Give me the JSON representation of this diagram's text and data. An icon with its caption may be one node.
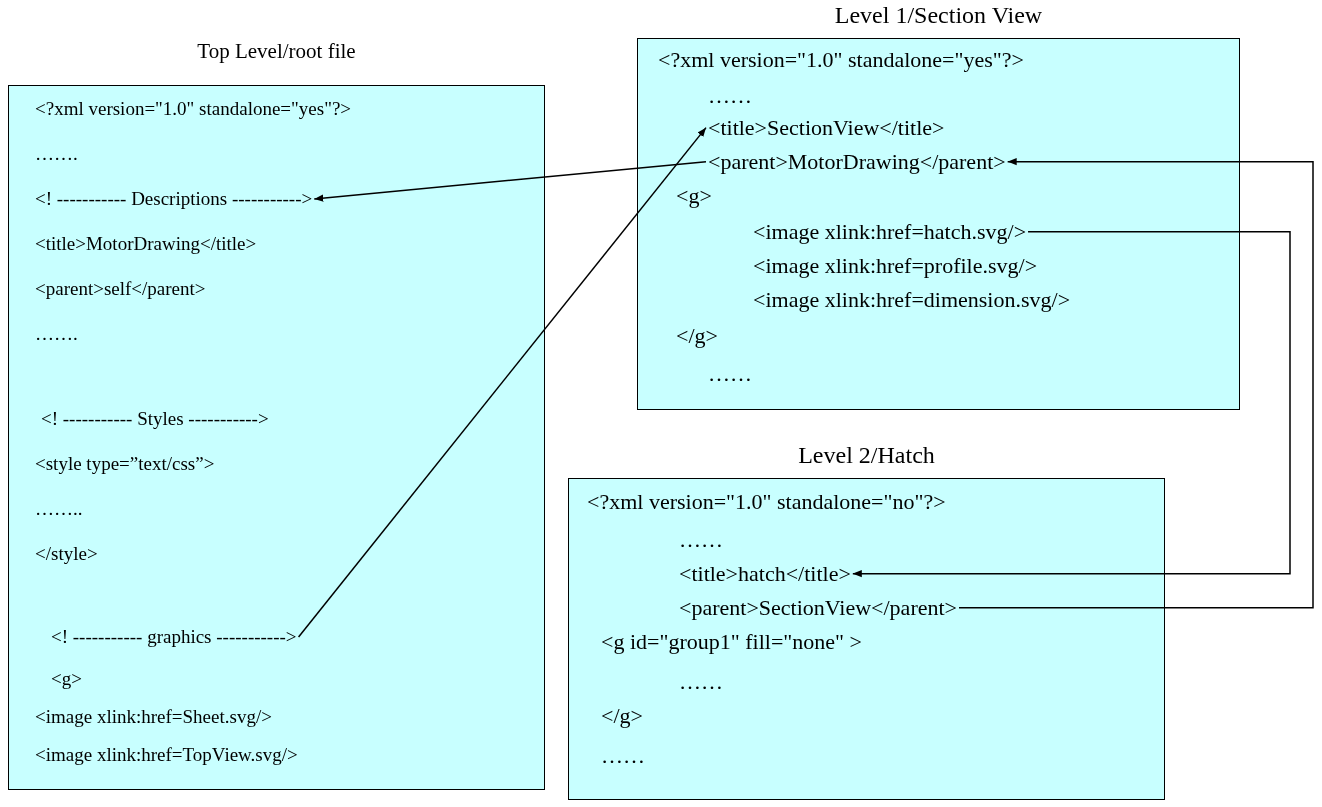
{
  "diagram": {
    "nodes": [
      {
        "text": [
          "Top Level/root file",
          "<?xml version=\"1.0\" standalone=\"yes\"?>",
          "…….",
          "<title>MotorDrawing</title>",
          "<parent>self</parent>",
          "…….",
          "<! ----------- Styles ----------->",
          "<style type=”text/css”>",
          "……..",
          "</style>",
          "<g>",
          "<image xlink:href=Sheet.svg/>",
          "<image xlink:href=TopView.svg/>"
        ]
      },
      {
        "text": [
          "<! ----------- Descriptions ----------->"
        ],
        "in": 0
      },
      {
        "text": [
          "<! ----------- graphics ----------->"
        ],
        "in": 0
      },
      {
        "text": [
          "Level 1/Section View",
          "<?xml version=\"1.0\" standalone=\"yes\"?>",
          "……",
          "<g>",
          "<image xlink:href=profile.svg/>",
          "<image xlink:href=dimension.svg/>",
          "</g>",
          "……"
        ]
      },
      {
        "text": [
          "<title>SectionView</title>"
        ],
        "in": 3
      },
      {
        "text": [
          "<parent>MotorDrawing</parent>"
        ],
        "in": 3
      },
      {
        "text": [
          "<image xlink:href=hatch.svg/>"
        ],
        "in": 3
      },
      {
        "text": [
          "Level 2/Hatch",
          "<?xml version=\"1.0\" standalone=\"no\"?>",
          "……",
          "<g id=\"group1\" fill=\"none\" >",
          "……",
          "</g>",
          "……"
        ]
      },
      {
        "text": [
          "<title>hatch</title>"
        ],
        "in": 7
      },
      {
        "text": [
          "<parent>SectionView</parent>"
        ],
        "in": 7
      }
    ],
    "edges": [
      {
        "from": 5,
        "to": 1,
        "arrow": "to"
      },
      {
        "from": 2,
        "to": 4,
        "arrow": "to"
      },
      {
        "from": 6,
        "to": 8,
        "arrow": "to"
      },
      {
        "from": 9,
        "to": 5,
        "arrow": "to"
      }
    ]
  }
}
